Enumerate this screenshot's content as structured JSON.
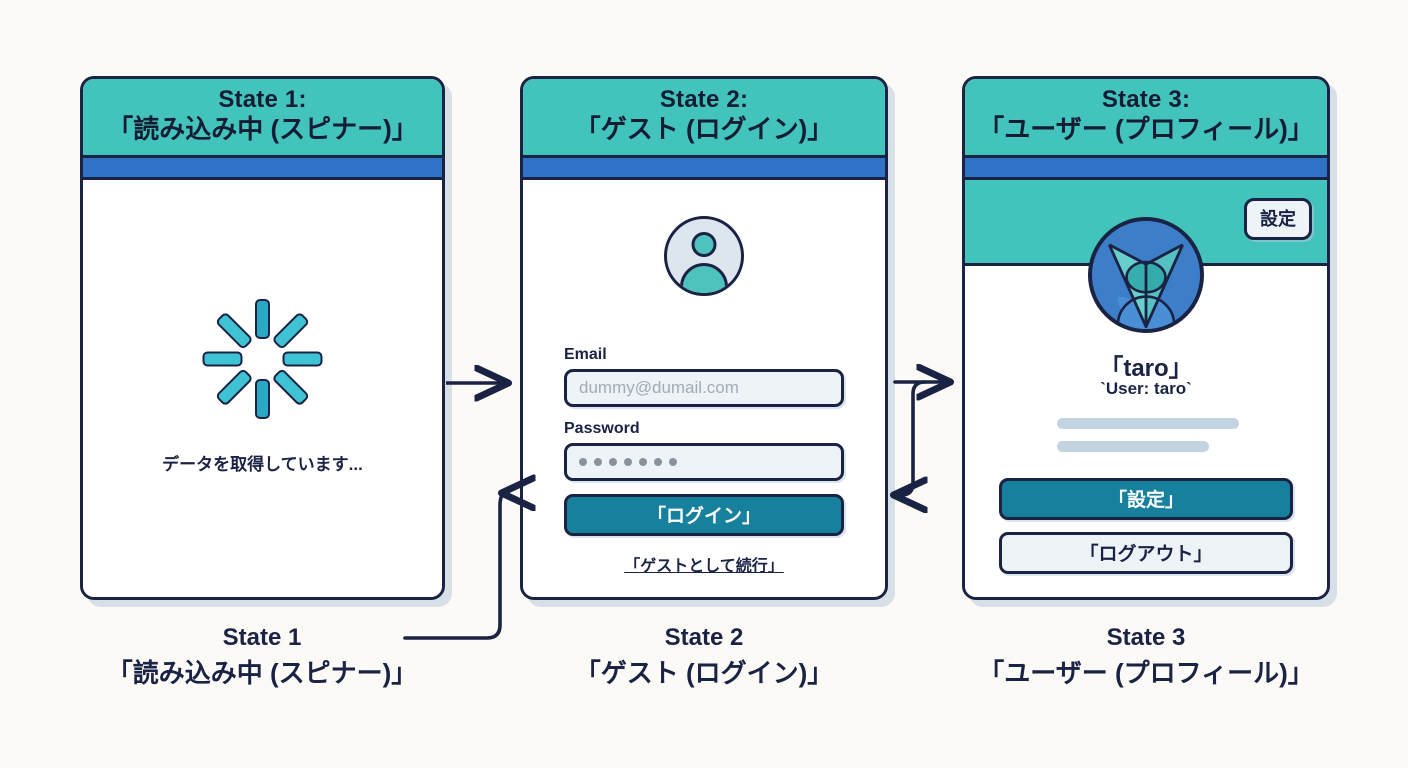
{
  "background_color": "#fbfaf7",
  "accent_colors": {
    "teal_header": "#42c3bc",
    "blue_stripe": "#2f72c6",
    "button_teal": "#17809d",
    "outline_navy": "#1b2344",
    "field_fill": "#eef3f8",
    "skeleton": "#c2d4e2",
    "spinner_bar": "#3fc3d4",
    "avatar_blue": "#3d7ec9"
  },
  "panels": [
    {
      "id": "state-1",
      "header_line1": "State 1:",
      "header_line2": "「読み込み中 (スピナー)」",
      "spinner_bars": 8,
      "loading_text": "データを取得しています..."
    },
    {
      "id": "state-2",
      "header_line1": "State 2:",
      "header_line2": "「ゲスト (ログイン)」",
      "avatar_icon": "user-avatar-icon",
      "email_label": "Email",
      "email_placeholder": "dummy@dumail.com",
      "password_label": "Password",
      "password_dots": 7,
      "login_button": "「ログイン」",
      "guest_link": "「ゲストとして続行」"
    },
    {
      "id": "state-3",
      "header_line1": "State 3:",
      "header_line2": "「ユーザー (プロフィール)」",
      "settings_pill": "設定",
      "avatar_icon": "profile-avatar-icon",
      "user_name": "「taro」",
      "user_sub": "`User: taro`",
      "skeleton_lines": 2,
      "settings_button": "「設定」",
      "logout_button": "「ログアウト」"
    }
  ],
  "captions": [
    {
      "line1": "State 1",
      "line2": "「読み込み中 (スピナー)」"
    },
    {
      "line1": "State 2",
      "line2": "「ゲスト (ログイン)」"
    },
    {
      "line1": "State 3",
      "line2": "「ユーザー (プロフィール)」"
    }
  ],
  "arrows": [
    {
      "name": "arrow-state1-to-state2",
      "direction": "right"
    },
    {
      "name": "arrow-caption-to-state2",
      "direction": "right-elbow"
    },
    {
      "name": "arrow-state2-to-state3",
      "direction": "right"
    },
    {
      "name": "arrow-state3-to-state2",
      "direction": "left"
    }
  ]
}
